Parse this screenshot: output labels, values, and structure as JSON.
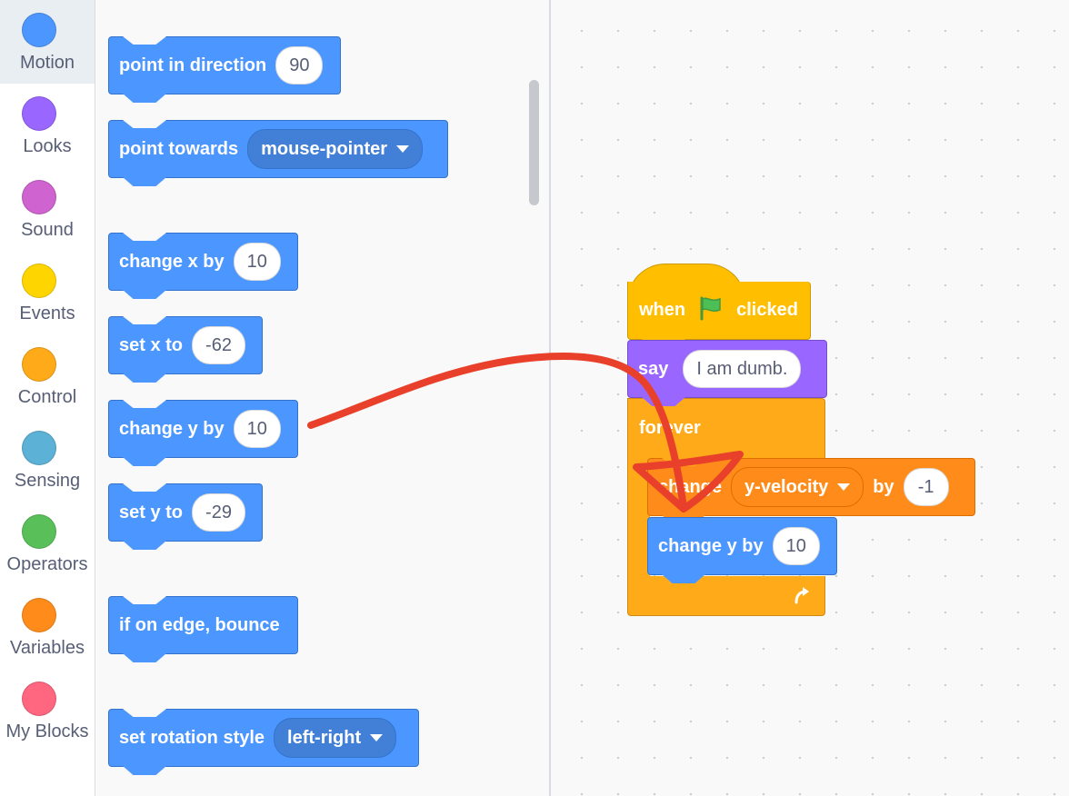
{
  "categories": [
    {
      "label": "Motion",
      "color": "#4c97ff",
      "selected": true
    },
    {
      "label": "Looks",
      "color": "#9966ff"
    },
    {
      "label": "Sound",
      "color": "#cf63cf"
    },
    {
      "label": "Events",
      "color": "#ffd500"
    },
    {
      "label": "Control",
      "color": "#ffab19"
    },
    {
      "label": "Sensing",
      "color": "#5cb1d6"
    },
    {
      "label": "Operators",
      "color": "#59c059"
    },
    {
      "label": "Variables",
      "color": "#ff8c1a"
    },
    {
      "label": "My Blocks",
      "color": "#ff6680"
    }
  ],
  "palette": {
    "point_in_direction": {
      "label": "point in direction",
      "value": "90"
    },
    "point_towards": {
      "label": "point towards",
      "option": "mouse-pointer"
    },
    "change_x": {
      "label": "change x by",
      "value": "10"
    },
    "set_x": {
      "label": "set x to",
      "value": "-62"
    },
    "change_y": {
      "label": "change y by",
      "value": "10"
    },
    "set_y": {
      "label": "set y to",
      "value": "-29"
    },
    "bounce": {
      "label": "if on edge, bounce"
    },
    "rotation_style": {
      "label": "set rotation style",
      "option": "left-right"
    }
  },
  "script": {
    "hat": {
      "when": "when",
      "clicked": "clicked"
    },
    "say": {
      "label": "say",
      "value": "I am dumb."
    },
    "forever": {
      "label": "forever"
    },
    "change_var": {
      "label": "change",
      "variable": "y-velocity",
      "by": "by",
      "value": "-1"
    },
    "change_y": {
      "label": "change y by",
      "value": "10"
    }
  },
  "annotation_color": "#e8402a"
}
